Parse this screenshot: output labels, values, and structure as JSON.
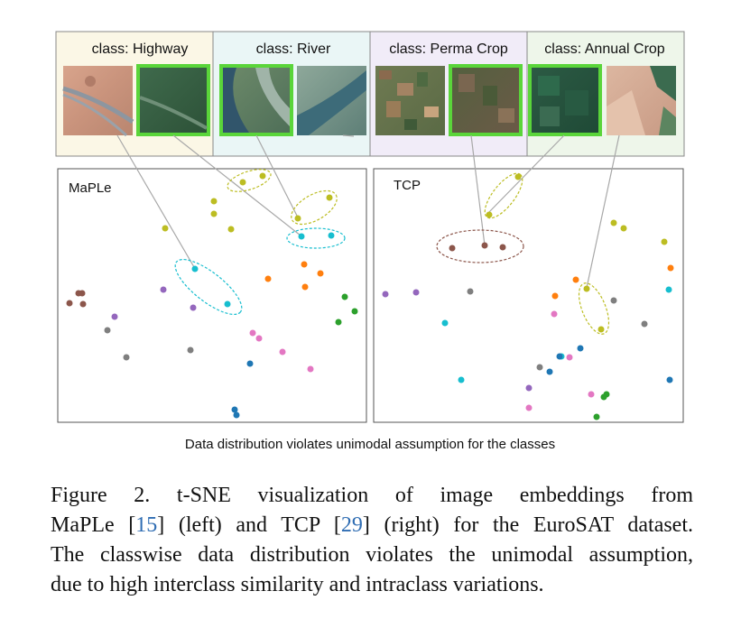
{
  "panels": [
    {
      "label": "class: Highway",
      "bg": "#fbf7e6"
    },
    {
      "label": "class: River",
      "bg": "#eaf6f6"
    },
    {
      "label": "class: Perma Crop",
      "bg": "#f1ecf8"
    },
    {
      "label": "class: Annual Crop",
      "bg": "#eef6ea"
    }
  ],
  "plot_left_title": "MaPLe",
  "plot_right_title": "TCP",
  "subtitle": "Data distribution violates unimodal assumption for the classes",
  "caption": {
    "part1": "Figure 2.   t-SNE visualization of image embeddings from",
    "part2a": "MaPLe [",
    "ref1": "15",
    "part2b": "] (left) and TCP [",
    "ref2": "29",
    "part2c": "] (right) for the EuroSAT dataset.",
    "part3": "The classwise data distribution violates the unimodal assumption,",
    "part4": "due to high interclass similarity and intraclass variations."
  },
  "colors": {
    "highway": "#8c564b",
    "river": "#17becf",
    "perma": "#bcbd22",
    "annual": "#ff7f0e",
    "purple": "#9467bd",
    "gray": "#7f7f7f",
    "pink": "#e377c2",
    "blue": "#1f77b4",
    "green": "#2ca02c",
    "highlight": "#5ad53a"
  }
}
